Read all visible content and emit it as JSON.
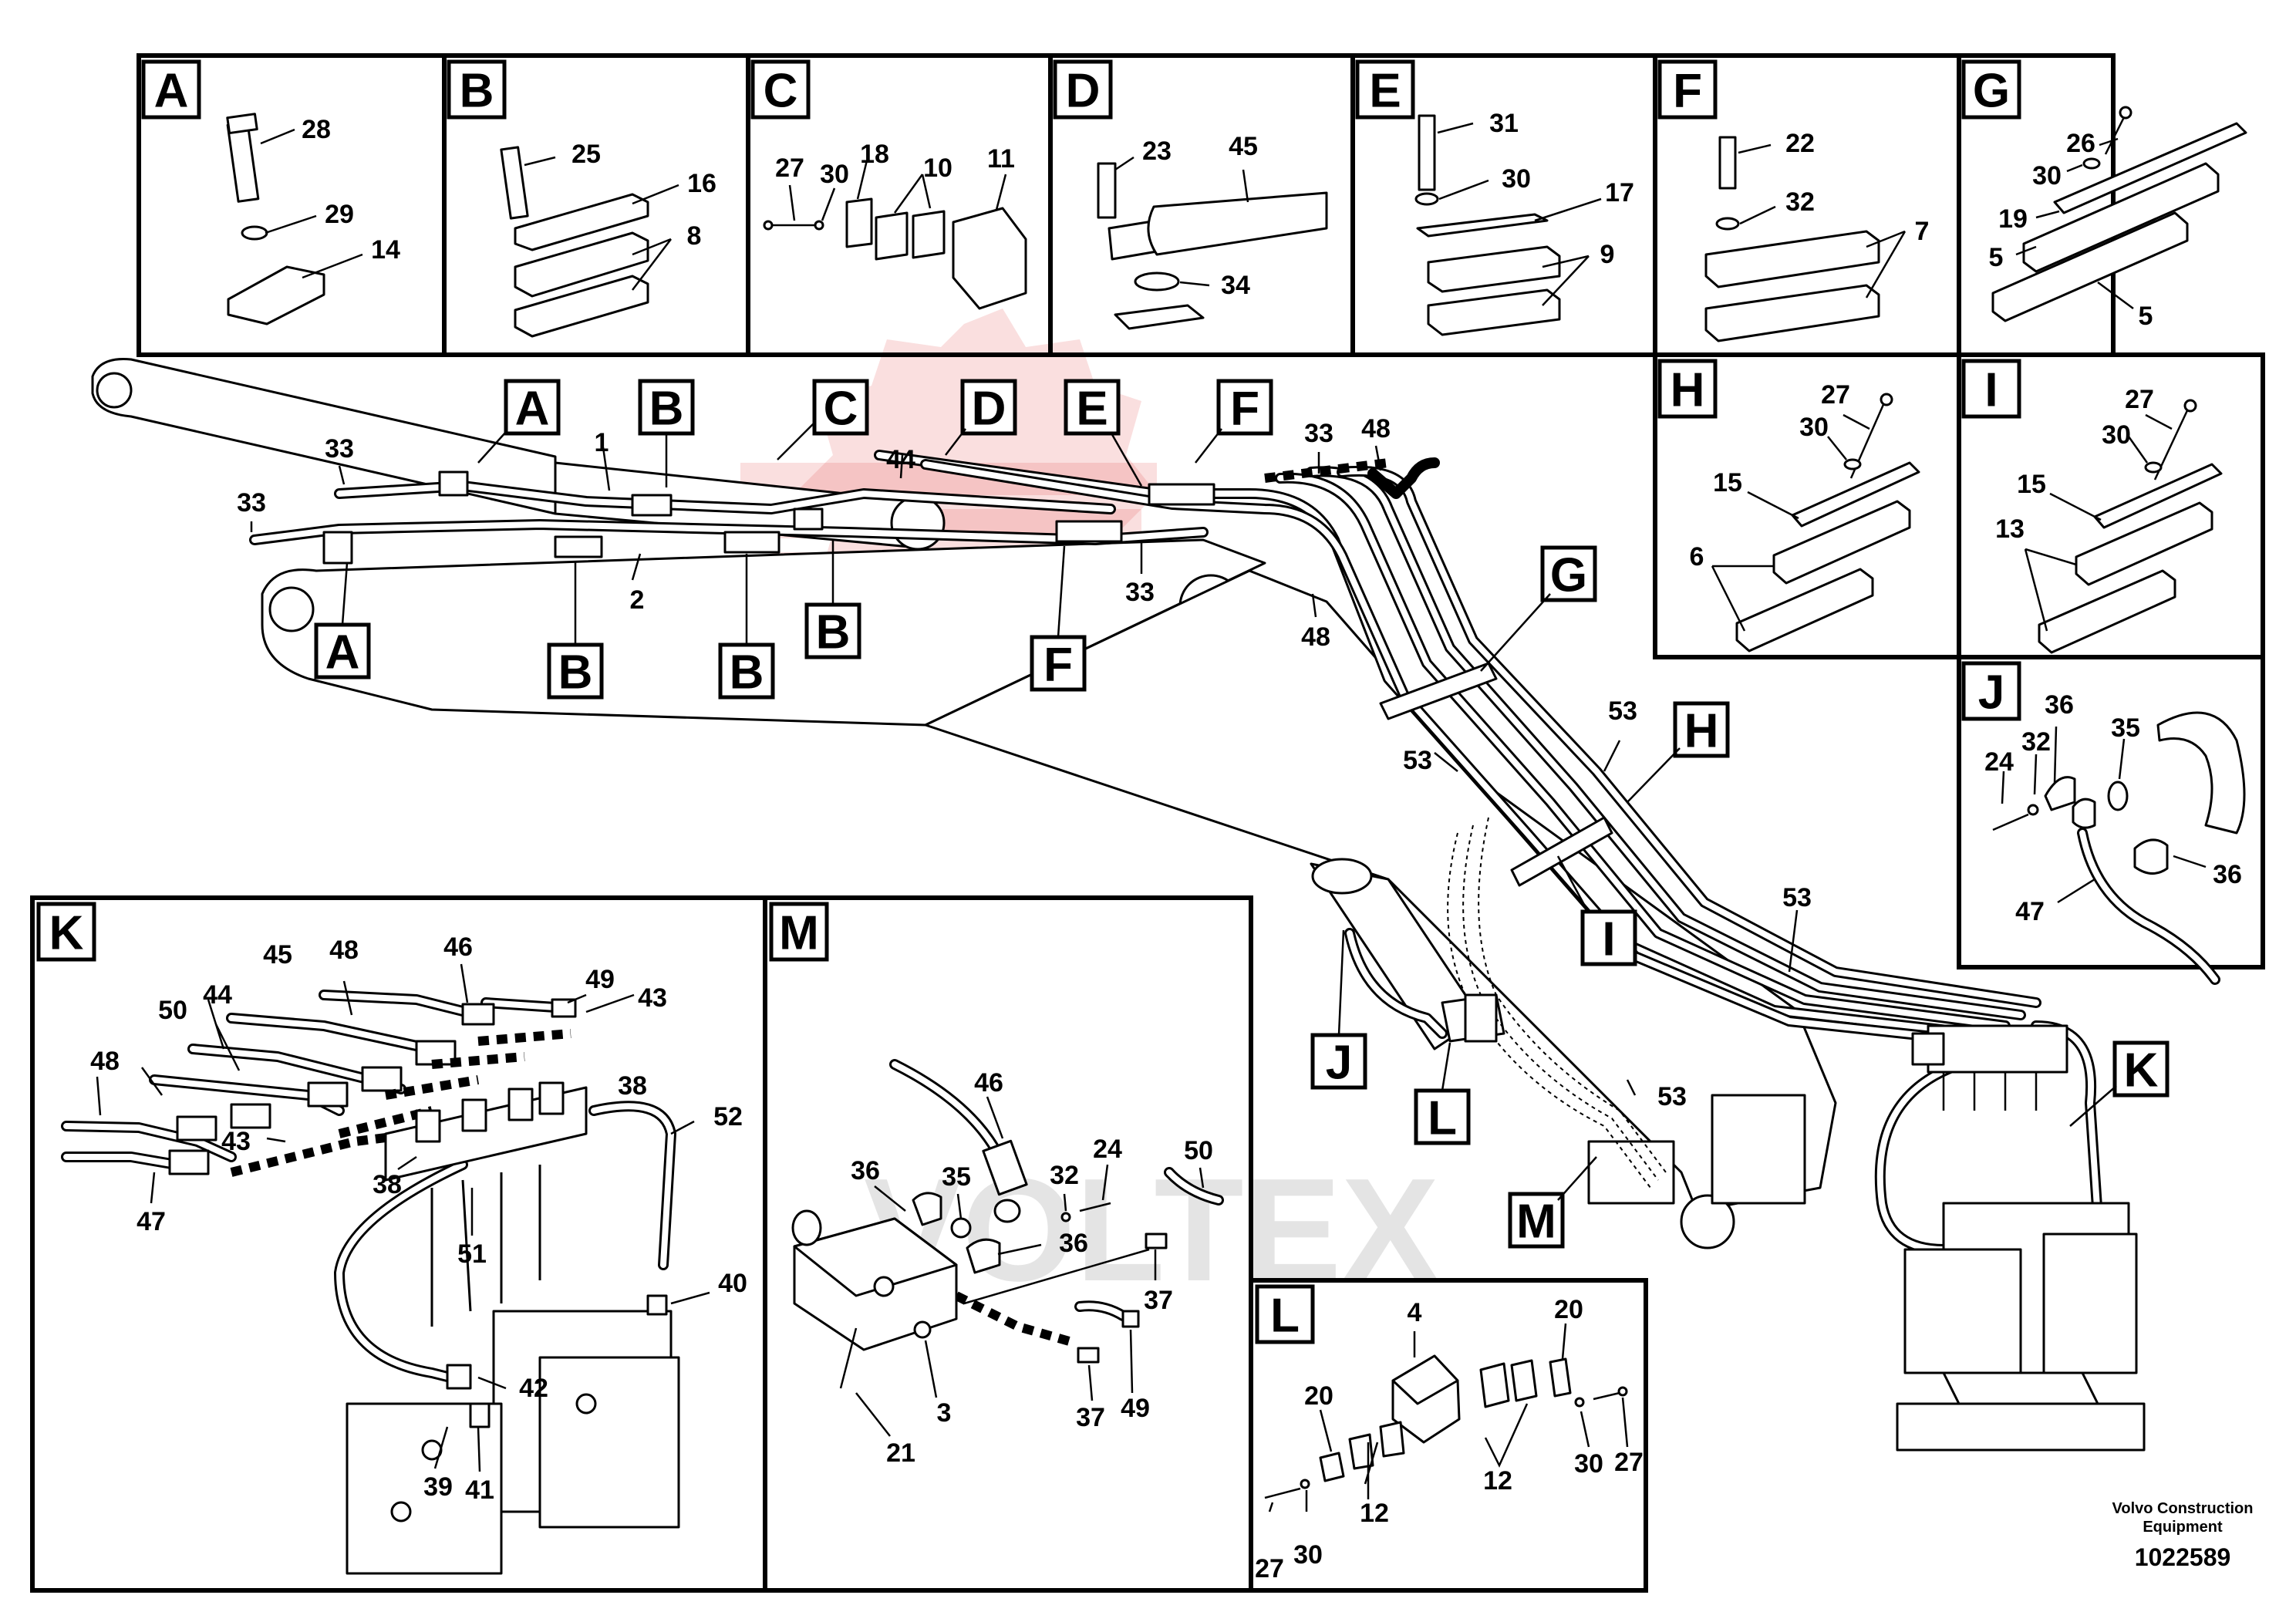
{
  "document": {
    "publisher_line1": "Volvo Construction",
    "publisher_line2": "Equipment",
    "drawing_number": "1022589",
    "watermark": "VOLTEX"
  },
  "detail_panels": [
    {
      "letter": "A",
      "callouts": [
        "28",
        "29",
        "14"
      ]
    },
    {
      "letter": "B",
      "callouts": [
        "25",
        "16",
        "8"
      ]
    },
    {
      "letter": "C",
      "callouts": [
        "27",
        "30",
        "18",
        "10",
        "11"
      ]
    },
    {
      "letter": "D",
      "callouts": [
        "23",
        "45",
        "34"
      ]
    },
    {
      "letter": "E",
      "callouts": [
        "31",
        "30",
        "17",
        "9"
      ]
    },
    {
      "letter": "F",
      "callouts": [
        "22",
        "32",
        "7"
      ]
    },
    {
      "letter": "G",
      "callouts": [
        "26",
        "30",
        "19",
        "5",
        "5"
      ]
    },
    {
      "letter": "H",
      "callouts": [
        "27",
        "30",
        "15",
        "6"
      ]
    },
    {
      "letter": "I",
      "callouts": [
        "27",
        "30",
        "15",
        "13"
      ]
    },
    {
      "letter": "J",
      "callouts": [
        "24",
        "32",
        "36",
        "35",
        "36",
        "47"
      ]
    },
    {
      "letter": "K",
      "callouts": [
        "45",
        "48",
        "46",
        "49",
        "43",
        "50",
        "44",
        "48",
        "43",
        "38",
        "52",
        "38",
        "47",
        "51",
        "40",
        "42",
        "39",
        "41"
      ]
    },
    {
      "letter": "M",
      "callouts": [
        "46",
        "36",
        "35",
        "32",
        "24",
        "50",
        "36",
        "37",
        "37",
        "49",
        "3",
        "21"
      ]
    },
    {
      "letter": "L",
      "callouts": [
        "4",
        "20",
        "20",
        "12",
        "12",
        "30",
        "27",
        "27",
        "30"
      ]
    }
  ],
  "main_view": {
    "location_tags": [
      "A",
      "B",
      "C",
      "D",
      "E",
      "F",
      "A",
      "B",
      "B",
      "B",
      "F",
      "G",
      "H",
      "I",
      "J",
      "L",
      "M",
      "K"
    ],
    "callouts": [
      "33",
      "33",
      "1",
      "2",
      "44",
      "33",
      "48",
      "33",
      "48",
      "53",
      "53",
      "53",
      "53"
    ]
  }
}
